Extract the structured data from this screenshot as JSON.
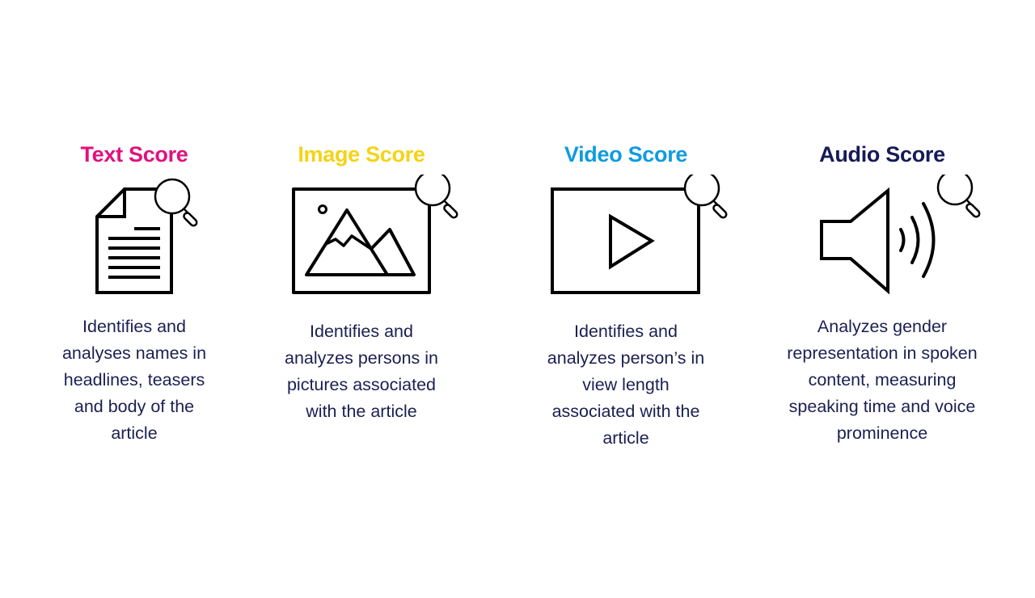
{
  "colors": {
    "text_score": "#e2107c",
    "image_score": "#f5d315",
    "video_score": "#0f9be0",
    "audio_score": "#151a58",
    "description": "#1b1f52",
    "icon_stroke": "#000000"
  },
  "cards": [
    {
      "title": "Text Score",
      "icon": "document-icon",
      "description": "Identifies and analyses names in headlines, teasers and body of the article"
    },
    {
      "title": "Image Score",
      "icon": "picture-icon",
      "description": "Identifies and analyzes persons in pictures associated with the article"
    },
    {
      "title": "Video Score",
      "icon": "video-play-icon",
      "description": "Identifies and analyzes person’s in view length associated with the article"
    },
    {
      "title": "Audio Score",
      "icon": "speaker-icon",
      "description": "Analyzes gender representation in spoken content, measuring speaking time and voice prominence"
    }
  ]
}
